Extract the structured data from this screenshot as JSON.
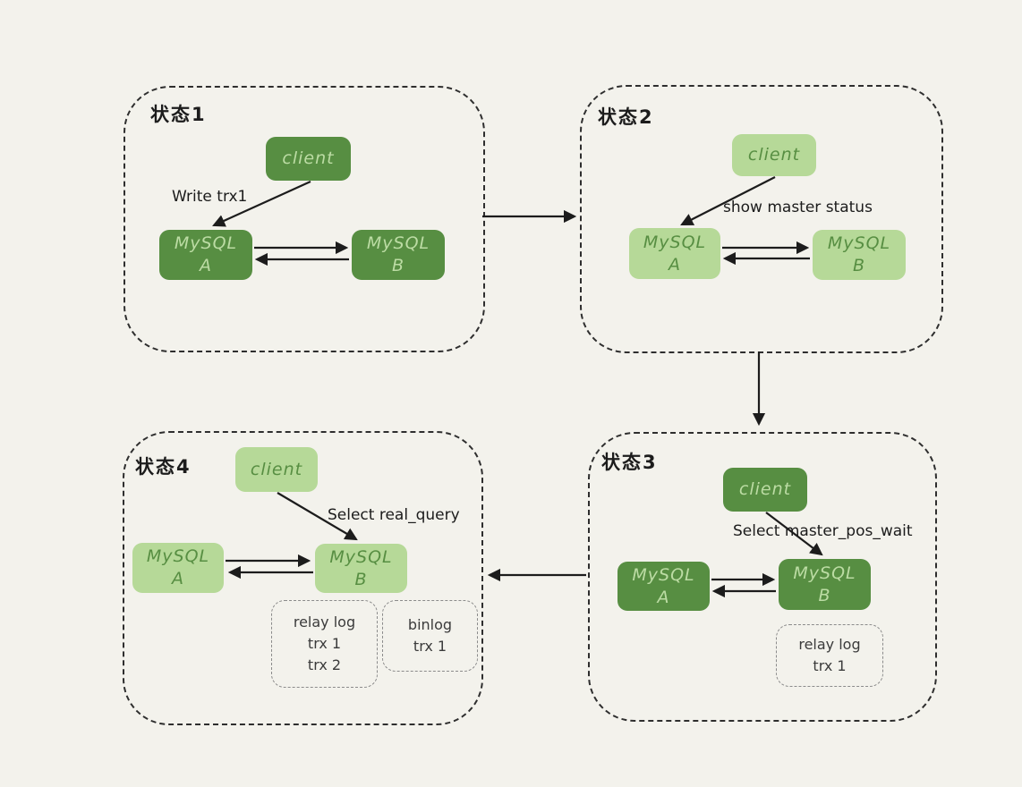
{
  "colors": {
    "background": "#f3f2ec",
    "dark_green_fill": "#578e42",
    "light_green_fill": "#b6d998",
    "text_on_dark": "#bcdca4",
    "text_on_light": "#578e42",
    "panel_border": "#2e2e2e",
    "log_box_border": "#8b8b8b",
    "arrow_color": "#1c1c1c"
  },
  "panels": [
    {
      "title": "状态1",
      "theme": "dark",
      "client": "client",
      "mysql_a": {
        "line1": "MySQL",
        "line2": "A"
      },
      "mysql_b": {
        "line1": "MySQL",
        "line2": "B"
      },
      "action_label": "Write trx1",
      "logs": []
    },
    {
      "title": "状态2",
      "theme": "light",
      "client": "client",
      "mysql_a": {
        "line1": "MySQL",
        "line2": "A"
      },
      "mysql_b": {
        "line1": "MySQL",
        "line2": "B"
      },
      "action_label": "show master status",
      "logs": []
    },
    {
      "title": "状态3",
      "theme": "dark",
      "client": "client",
      "mysql_a": {
        "line1": "MySQL",
        "line2": "A"
      },
      "mysql_b": {
        "line1": "MySQL",
        "line2": "B"
      },
      "action_label": "Select master_pos_wait",
      "logs": [
        {
          "lines": [
            "relay log",
            "trx 1"
          ]
        }
      ]
    },
    {
      "title": "状态4",
      "theme": "light",
      "client": "client",
      "mysql_a": {
        "line1": "MySQL",
        "line2": "A"
      },
      "mysql_b": {
        "line1": "MySQL",
        "line2": "B"
      },
      "action_label": "Select real_query",
      "logs": [
        {
          "lines": [
            "relay log",
            "trx 1",
            "trx 2"
          ]
        },
        {
          "lines": [
            "binlog",
            "trx 1"
          ]
        }
      ]
    }
  ]
}
